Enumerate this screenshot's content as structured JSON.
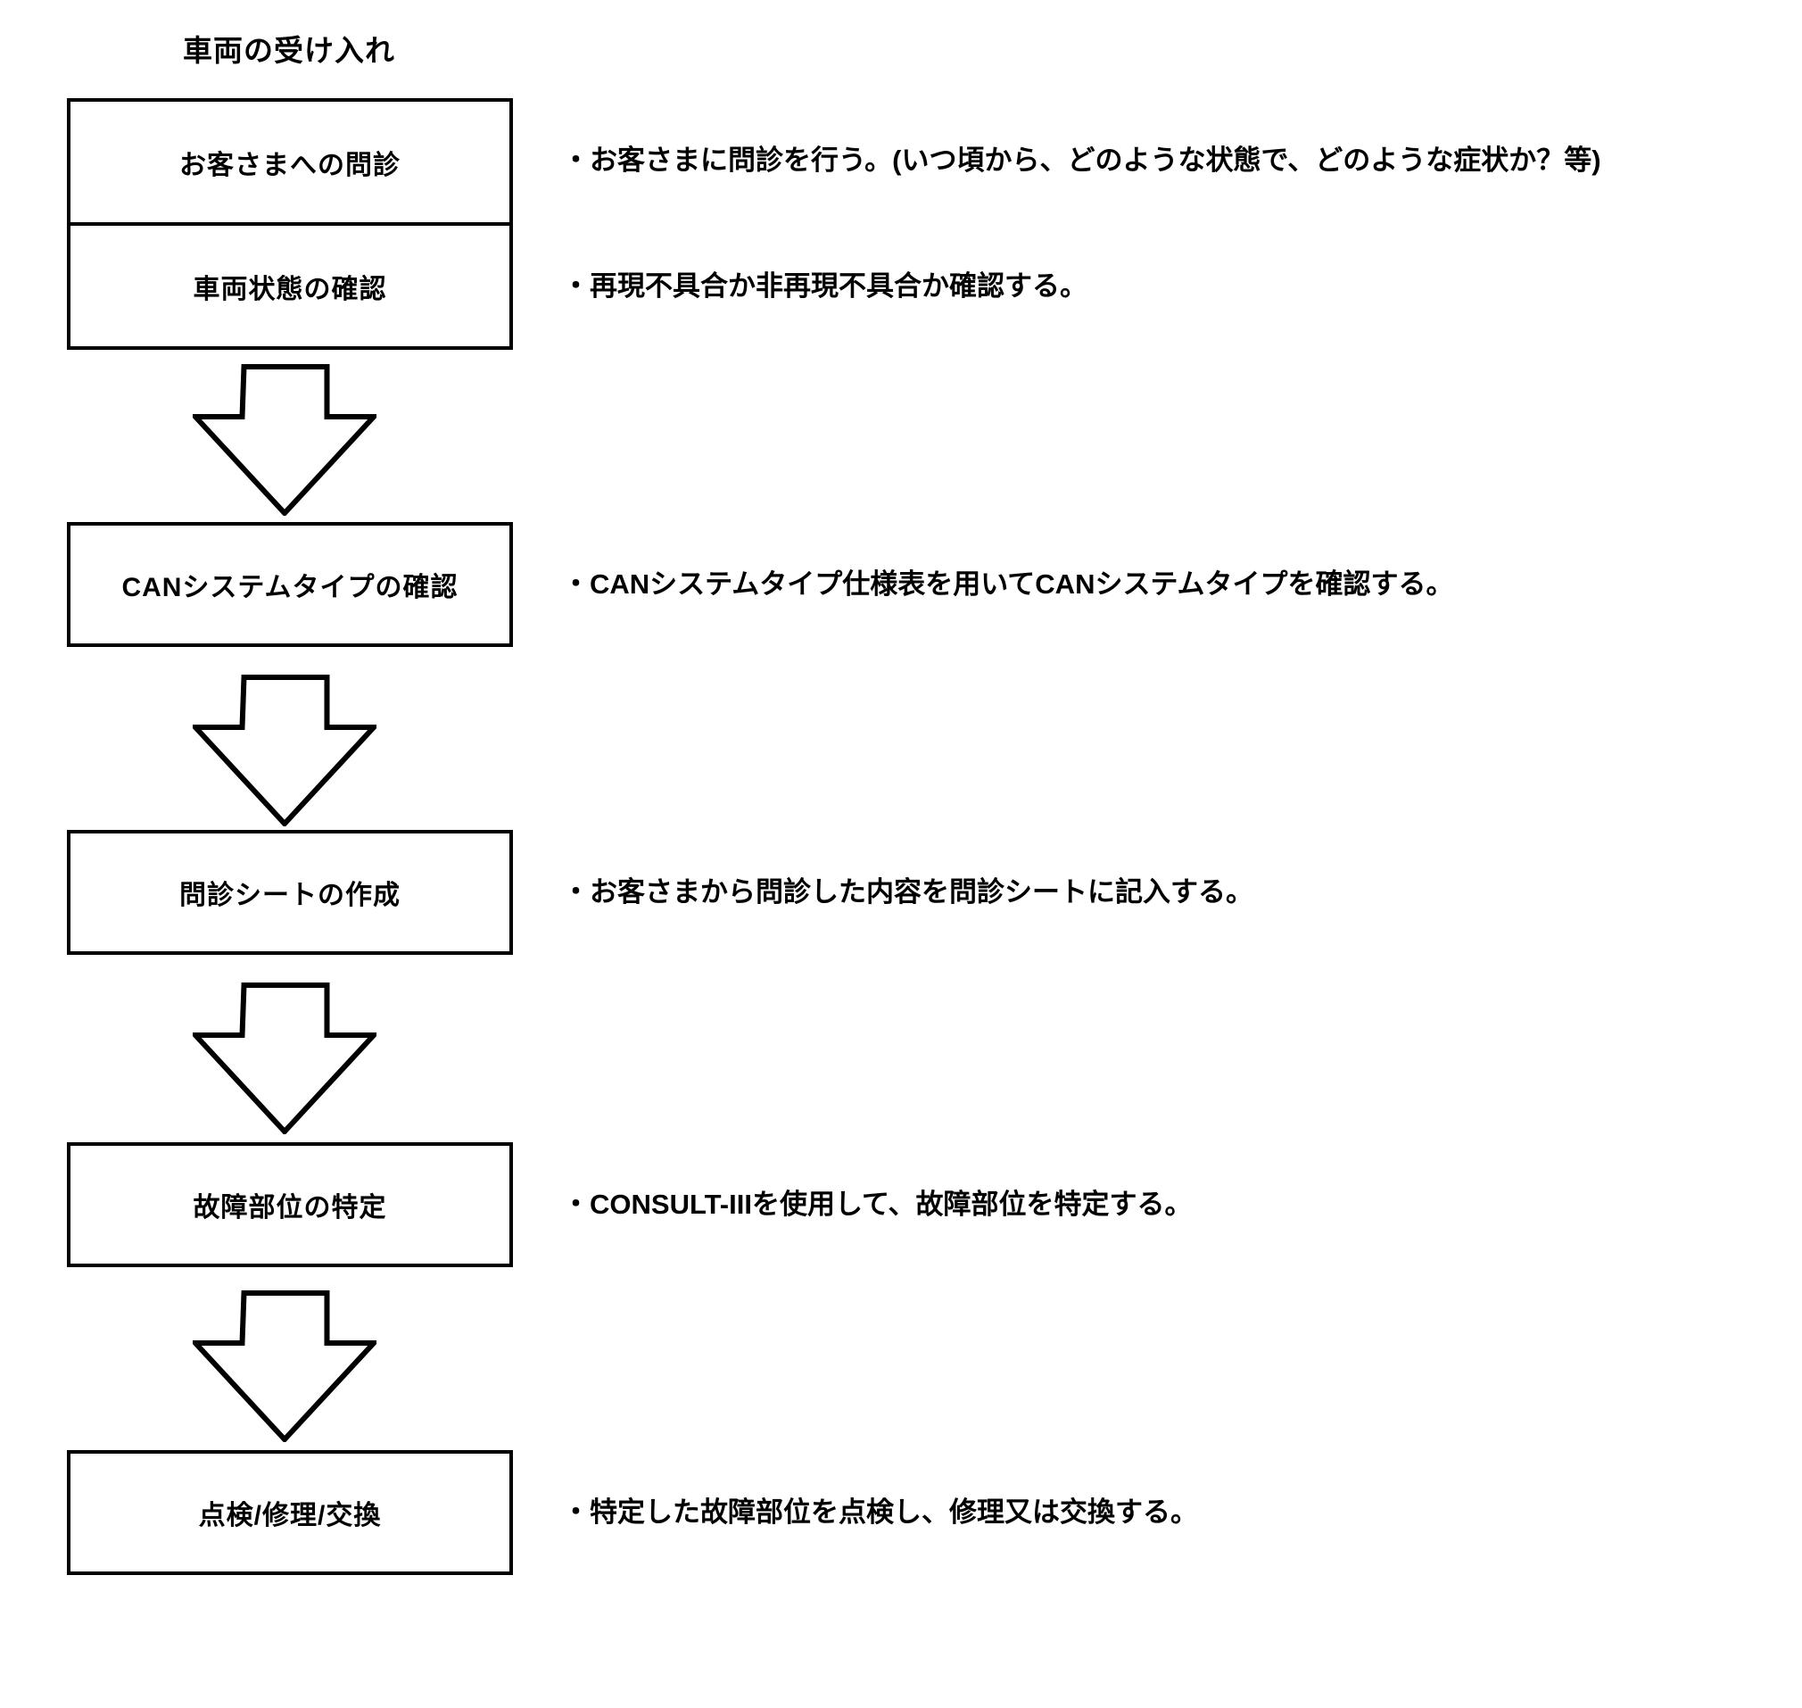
{
  "title": "車両の受け入れ",
  "steps": [
    {
      "label": "お客さまへの問診",
      "desc": "・お客さまに問診を行う。(いつ頃から、どのような状態で、どのような症状か？等)"
    },
    {
      "label": "車両状態の確認",
      "desc": "・再現不具合か非再現不具合か確認する。"
    },
    {
      "label": "CANシステムタイプの確認",
      "desc": "・CANシステムタイプ仕様表を用いてCANシステムタイプを確認する。"
    },
    {
      "label": "問診シートの作成",
      "desc": "・お客さまから問診した内容を問診シートに記入する。"
    },
    {
      "label": "故障部位の特定",
      "desc": "・CONSULT-IIIを使用して、故障部位を特定する。"
    },
    {
      "label": "点検/修理/交換",
      "desc": "・特定した故障部位を点検し、修理又は交換する。"
    }
  ],
  "colors": {
    "line": "#000000",
    "background": "#ffffff"
  }
}
